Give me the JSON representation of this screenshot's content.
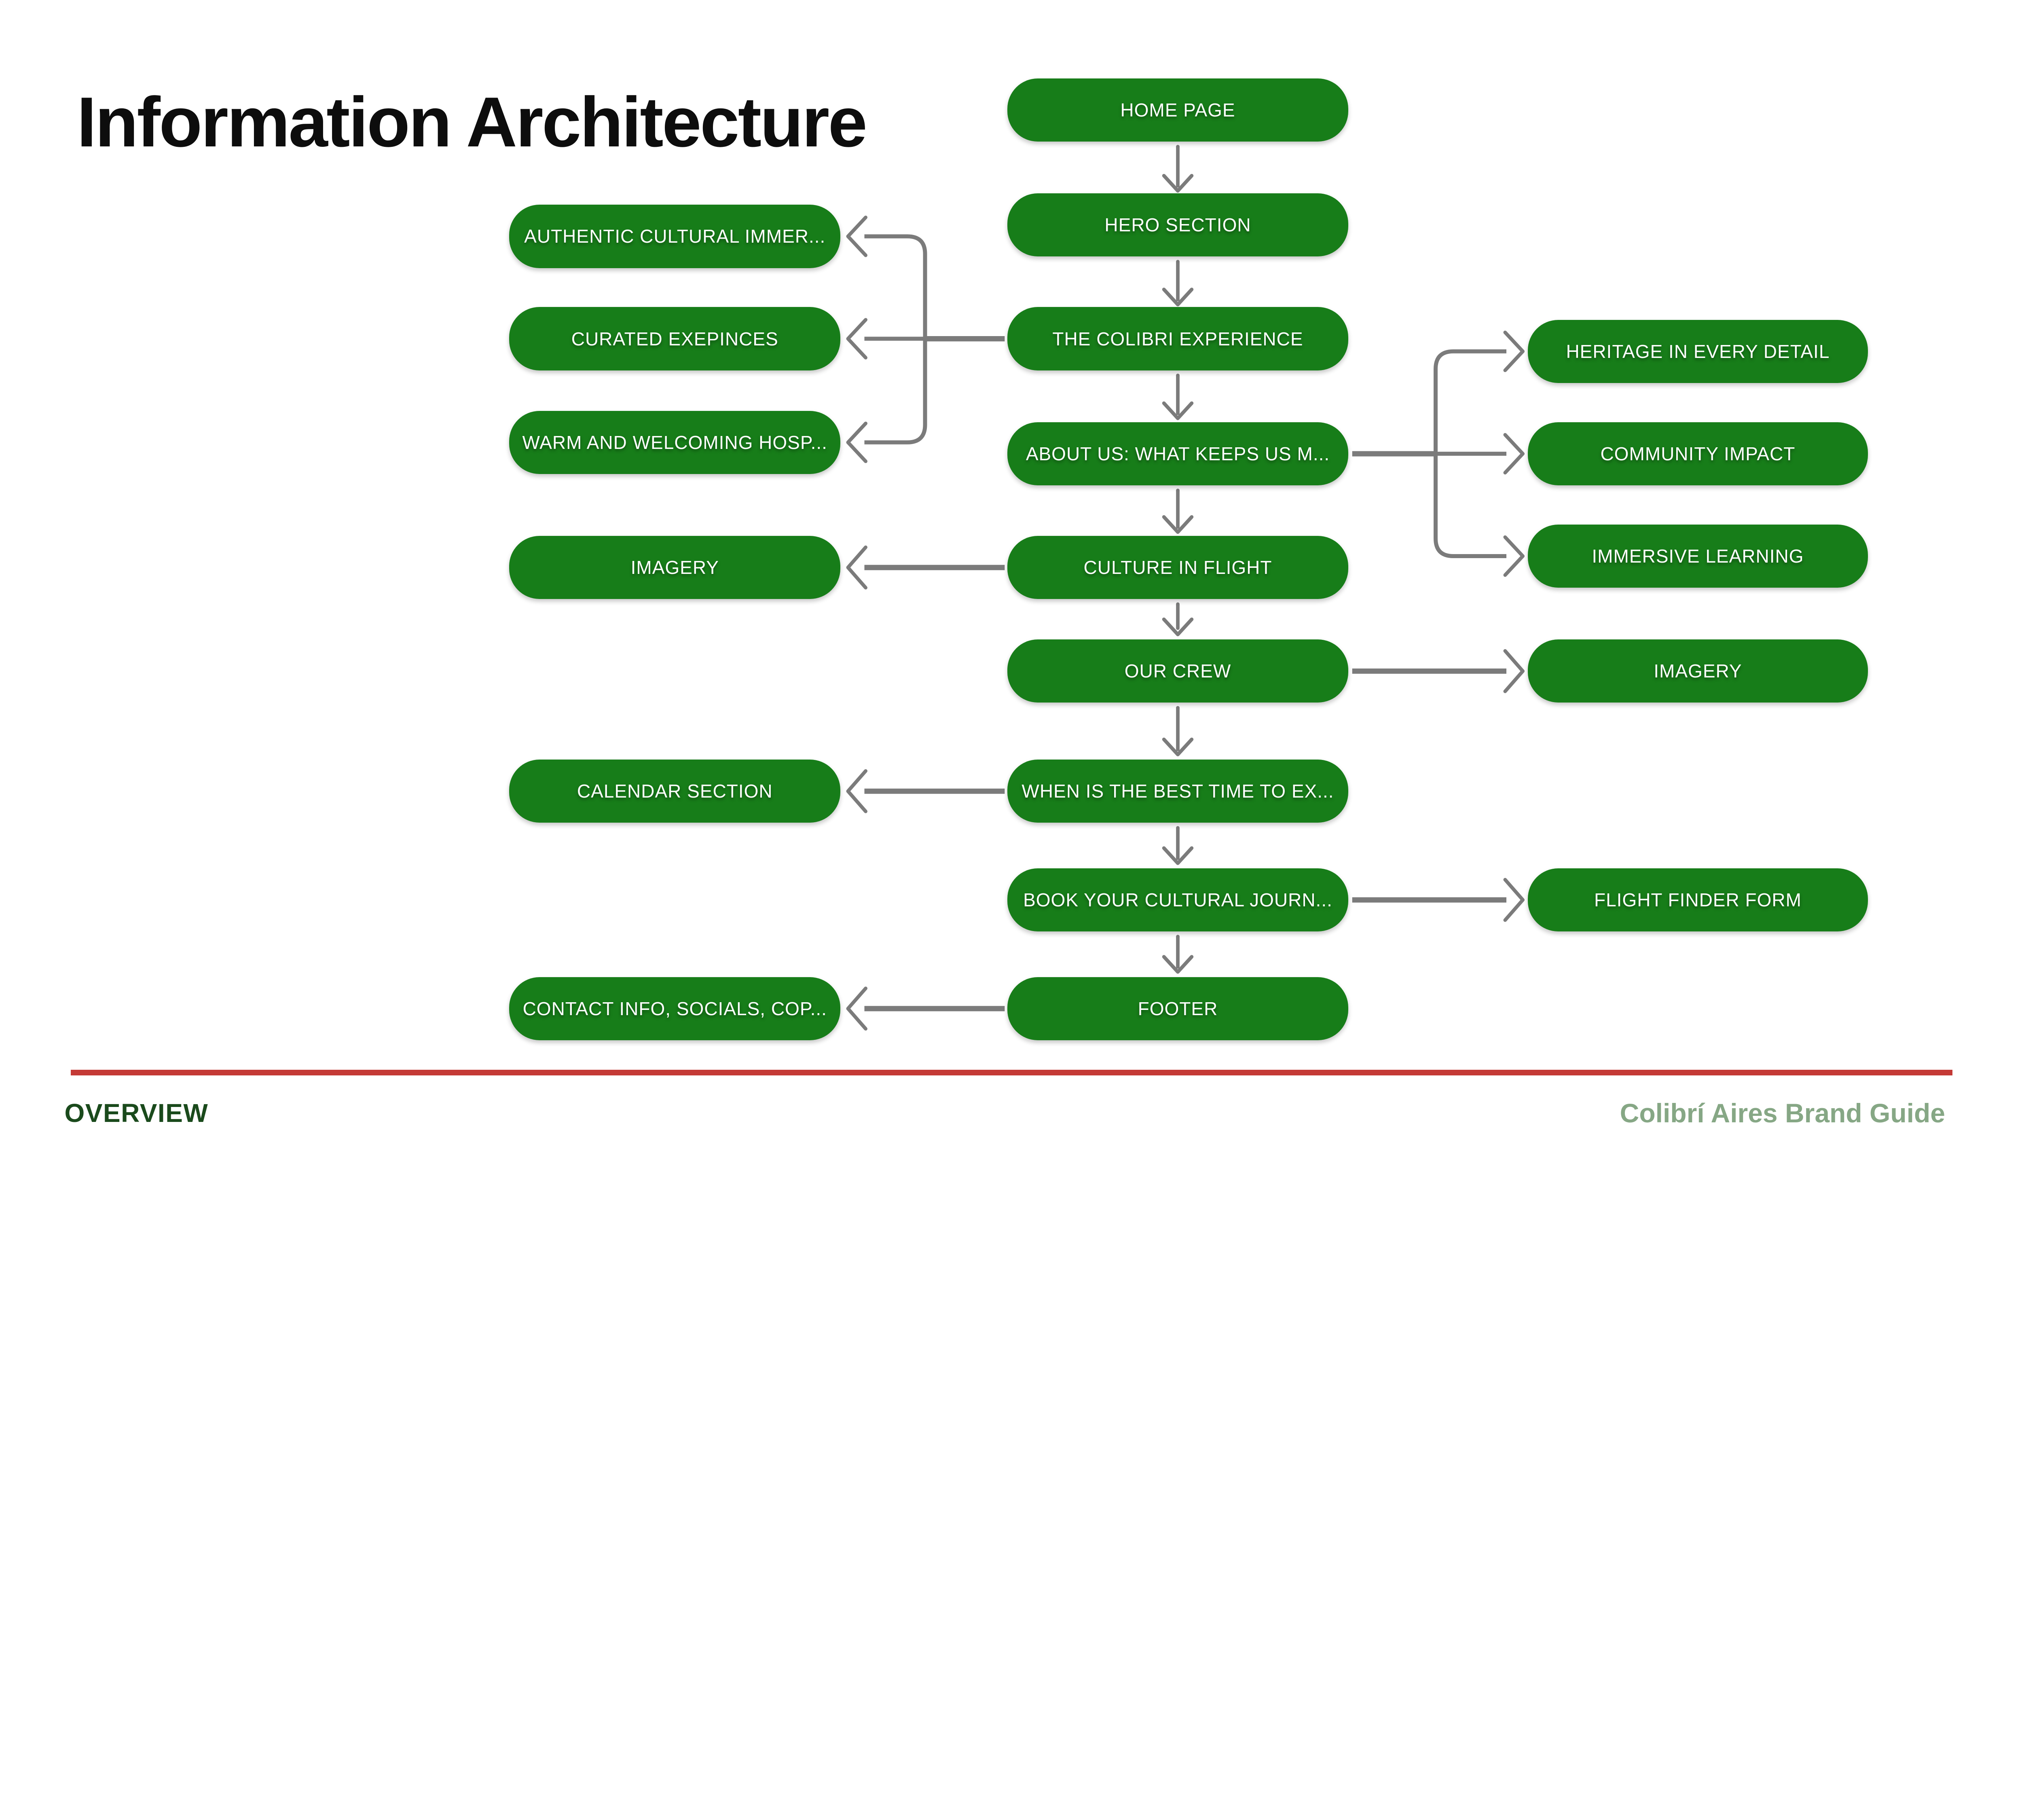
{
  "page": {
    "title": "Information Architecture"
  },
  "diagram": {
    "center_flow": [
      {
        "id": "home-page",
        "label": "HOME PAGE"
      },
      {
        "id": "hero-section",
        "label": "HERO SECTION"
      },
      {
        "id": "colibri-experience",
        "label": "THE COLIBRI EXPERIENCE"
      },
      {
        "id": "about-us",
        "label": "ABOUT US: WHAT KEEPS US M..."
      },
      {
        "id": "culture-in-flight",
        "label": "CULTURE IN FLIGHT"
      },
      {
        "id": "our-crew",
        "label": "OUR CREW"
      },
      {
        "id": "when-best-time",
        "label": "WHEN IS THE BEST TIME TO EX..."
      },
      {
        "id": "book-journey",
        "label": "BOOK YOUR CULTURAL JOURN..."
      },
      {
        "id": "footer",
        "label": "FOOTER"
      }
    ],
    "left_nodes": [
      {
        "id": "authentic-cultural",
        "label": "AUTHENTIC CULTURAL IMMER..."
      },
      {
        "id": "curated-experiences",
        "label": "CURATED EXEPINCES"
      },
      {
        "id": "warm-hospitality",
        "label": "WARM AND WELCOMING HOSP..."
      },
      {
        "id": "imagery-left",
        "label": "IMAGERY"
      },
      {
        "id": "calendar-section",
        "label": "CALENDAR SECTION"
      },
      {
        "id": "contact-info",
        "label": "CONTACT INFO, SOCIALS, COP..."
      }
    ],
    "right_nodes": [
      {
        "id": "heritage-detail",
        "label": "HERITAGE IN EVERY DETAIL"
      },
      {
        "id": "community-impact",
        "label": "COMMUNITY IMPACT"
      },
      {
        "id": "immersive-learning",
        "label": "IMMERSIVE LEARNING"
      },
      {
        "id": "imagery-right",
        "label": "IMAGERY"
      },
      {
        "id": "flight-finder-form",
        "label": "FLIGHT FINDER FORM"
      }
    ]
  },
  "footer_bar": {
    "section_label": "OVERVIEW",
    "brand_label": "Colibrí Aires Brand Guide"
  },
  "colors": {
    "node_green": "#177d19",
    "connector_gray": "#7b7b7b",
    "divider_red": "#c43a36",
    "footer_left_green": "#1a4a1c",
    "footer_right_green": "#86a785"
  }
}
